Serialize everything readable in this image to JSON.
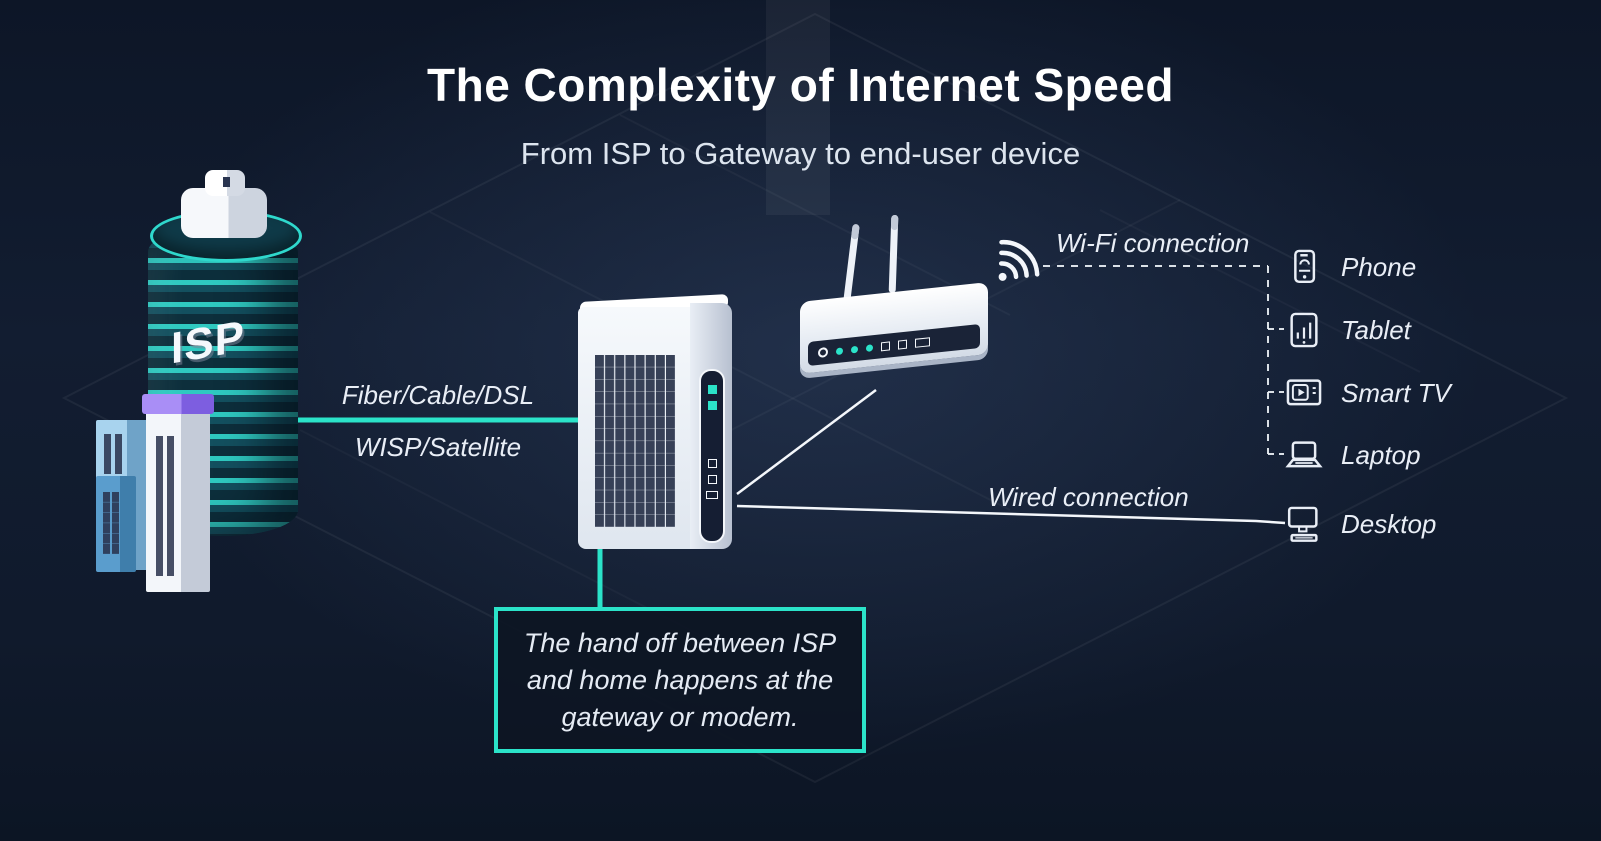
{
  "header": {
    "title": "The Complexity of Internet Speed",
    "subtitle": "From ISP to Gateway to end-user device"
  },
  "isp": {
    "label": "ISP"
  },
  "links": {
    "isp_to_gateway_line1": "Fiber/Cable/DSL",
    "isp_to_gateway_line2": "WISP/Satellite",
    "wifi_label": "Wi-Fi connection",
    "wired_label": "Wired connection"
  },
  "callout": {
    "text": "The hand off between ISP and home happens at the gateway or modem."
  },
  "devices": [
    {
      "name": "phone",
      "label": "Phone"
    },
    {
      "name": "tablet",
      "label": "Tablet"
    },
    {
      "name": "smart-tv",
      "label": "Smart TV"
    },
    {
      "name": "laptop",
      "label": "Laptop"
    },
    {
      "name": "desktop",
      "label": "Desktop"
    }
  ],
  "colors": {
    "accent": "#2be3c9",
    "background": "#111b2c",
    "text": "#ffffff"
  }
}
